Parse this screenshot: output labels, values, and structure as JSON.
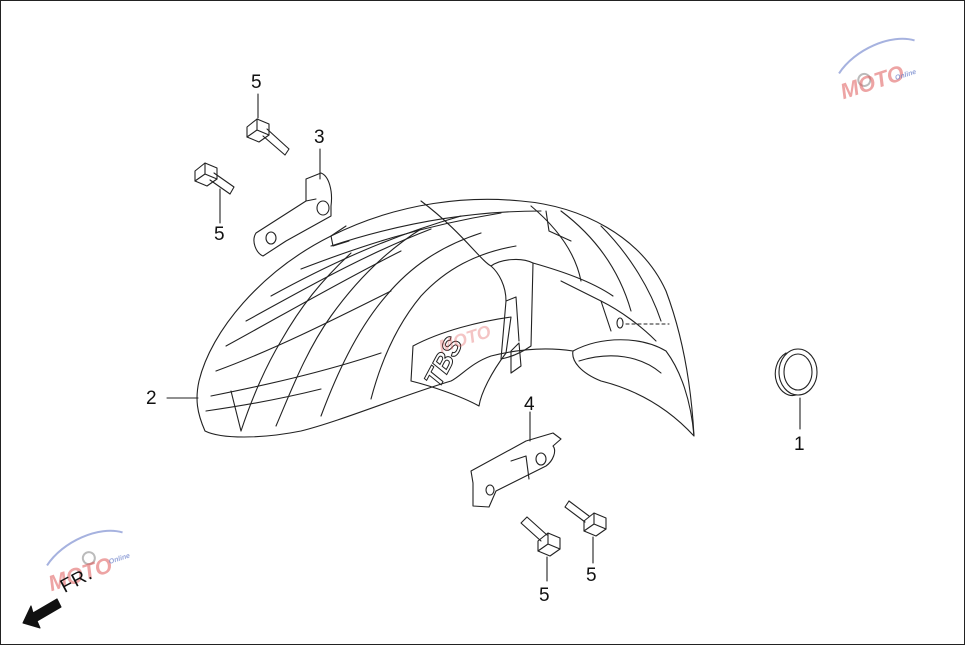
{
  "callouts": {
    "part_1": "1",
    "part_2": "2",
    "part_3": "3",
    "part_4": "4",
    "bolt_top_a": "5",
    "bolt_top_b": "5",
    "bolt_bottom_a": "5",
    "bolt_bottom_b": "5"
  },
  "direction_label": "FR.",
  "watermark": {
    "text": "MOTO",
    "subtext": "Online"
  },
  "decal": {
    "text": "TBS"
  },
  "colors": {
    "line": "#222222",
    "watermark_red": "#e05a5a",
    "watermark_blue": "#6a7fc9",
    "watermark_gray": "#bbbbbb"
  }
}
